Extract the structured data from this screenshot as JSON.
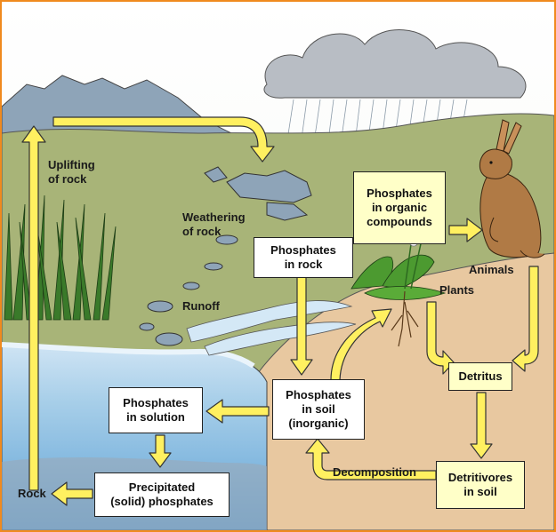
{
  "boxes": {
    "phosphates_in_rock": [
      "Phosphates",
      "in rock"
    ],
    "phosphates_in_organic": [
      "Phosphates",
      "in organic",
      "compounds"
    ],
    "phosphates_in_soil": [
      "Phosphates",
      "in soil",
      "(inorganic)"
    ],
    "phosphates_in_solution": [
      "Phosphates",
      "in solution"
    ],
    "precipitated": [
      "Precipitated",
      "(solid) phosphates"
    ],
    "detritus": "Detritus",
    "detritivores": [
      "Detritivores",
      "in soil"
    ]
  },
  "labels": {
    "uplifting": [
      "Uplifting",
      "of rock"
    ],
    "weathering": [
      "Weathering",
      "of rock"
    ],
    "runoff": "Runoff",
    "animals": "Animals",
    "plants": "Plants",
    "rock": "Rock",
    "decomposition": "Decomposition"
  },
  "colors": {
    "frame": "#f08a1e",
    "arrow": "#fff060",
    "arrow_outline": "#333333",
    "sky": "#ffffff",
    "hills": "#a8b478",
    "soil": "#e8c8a0",
    "water": "#9cc8e8",
    "mountain": "#8ea4b8",
    "box_yellow": "#ffffc8"
  }
}
